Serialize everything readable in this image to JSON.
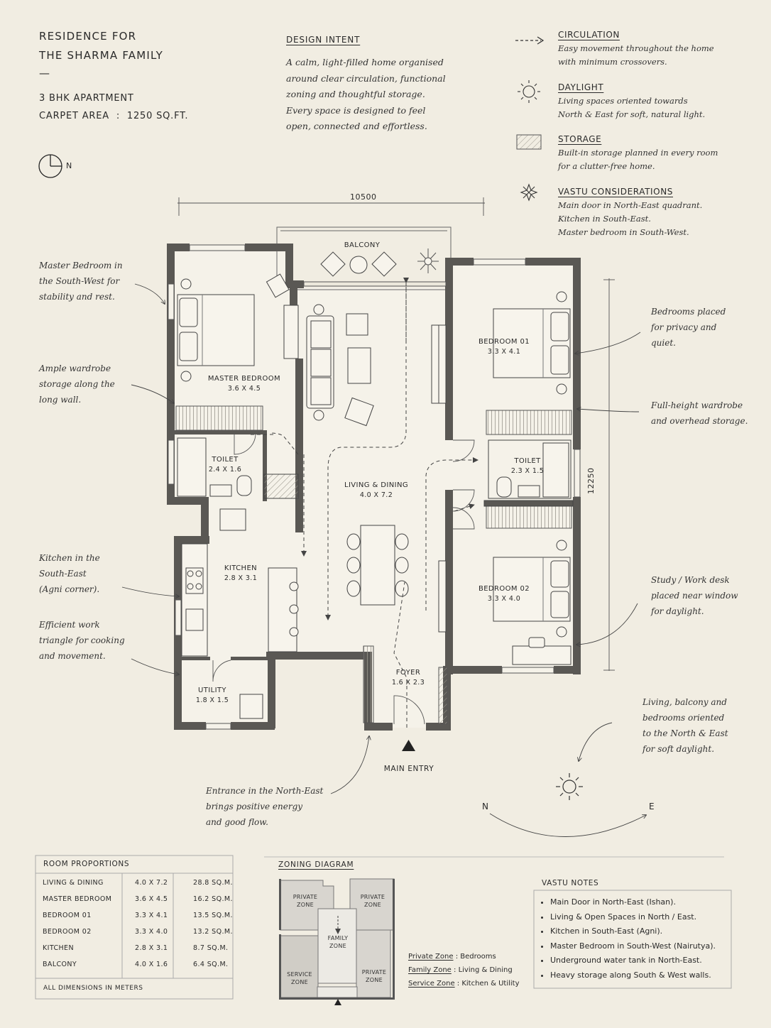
{
  "header": {
    "title_line1": "RESIDENCE FOR",
    "title_line2": "THE SHARMA FAMILY",
    "dash": "—",
    "type": "3 BHK APARTMENT",
    "area": "CARPET AREA  :  1250 SQ.FT.",
    "north": "N"
  },
  "intent": {
    "heading": "DESIGN INTENT",
    "lines": [
      "A calm, light-filled home organised",
      "around clear circulation, functional",
      "zoning and thoughtful storage.",
      "Every space is designed to feel",
      "open, connected and effortless."
    ]
  },
  "legend": [
    {
      "icon": "dashed-arrow-icon",
      "title": "CIRCULATION",
      "lines": [
        "Easy movement throughout the home",
        "with minimum crossovers."
      ]
    },
    {
      "icon": "sun-icon",
      "title": "DAYLIGHT",
      "lines": [
        "Living spaces oriented towards",
        "North & East for soft, natural light."
      ]
    },
    {
      "icon": "hatched-box-icon",
      "title": "STORAGE",
      "lines": [
        "Built-in storage planned in every room",
        "for a clutter-free home."
      ]
    },
    {
      "icon": "compass-star-icon",
      "title": "VASTU CONSIDERATIONS",
      "lines": [
        "Main door in North-East quadrant.",
        "Kitchen in South-East.",
        "Master bedroom in South-West."
      ]
    }
  ],
  "dimensions": {
    "width": "10500",
    "depth": "12250"
  },
  "rooms": {
    "balcony": {
      "name": "BALCONY",
      "dim": ""
    },
    "master": {
      "name": "MASTER BEDROOM",
      "dim": "3.6 X 4.5"
    },
    "toilet1": {
      "name": "TOILET",
      "dim": "2.4 X 1.6"
    },
    "living": {
      "name": "LIVING & DINING",
      "dim": "4.0 X 7.2"
    },
    "bed1": {
      "name": "BEDROOM 01",
      "dim": "3.3 X 4.1"
    },
    "toilet2": {
      "name": "TOILET",
      "dim": "2.3 X 1.5"
    },
    "kitchen": {
      "name": "KITCHEN",
      "dim": "2.8 X 3.1"
    },
    "bed2": {
      "name": "BEDROOM 02",
      "dim": "3.3 X 4.0"
    },
    "utility": {
      "name": "UTILITY",
      "dim": "1.8 X 1.5"
    },
    "foyer": {
      "name": "FOYER",
      "dim": "1.6 X 2.3"
    }
  },
  "entry_label": "MAIN ENTRY",
  "annotations": {
    "a1": [
      "Master Bedroom in",
      "the South-West for",
      "stability and rest."
    ],
    "a2": [
      "Ample wardrobe",
      "storage along the",
      "long wall."
    ],
    "a3": [
      "Kitchen in the",
      "South-East",
      "(Agni corner)."
    ],
    "a4": [
      "Efficient work",
      "triangle for cooking",
      "and movement."
    ],
    "a5": [
      "Bedrooms placed",
      "for privacy and",
      "quiet."
    ],
    "a6": [
      "Full-height wardrobe",
      "and overhead storage."
    ],
    "a7": [
      "Study / Work desk",
      "placed near window",
      "for daylight."
    ],
    "a8": [
      "Living, balcony and",
      "bedrooms oriented",
      "to the North & East",
      "for soft daylight."
    ],
    "a9": [
      "Entrance in the North-East",
      "brings positive energy",
      "and good flow."
    ]
  },
  "compass": {
    "n": "N",
    "e": "E"
  },
  "room_proportions": {
    "heading": "ROOM PROPORTIONS",
    "rows": [
      [
        "LIVING & DINING",
        "4.0  X  7.2",
        "28.8  SQ.M."
      ],
      [
        "MASTER BEDROOM",
        "3.6  X  4.5",
        "16.2  SQ.M."
      ],
      [
        "BEDROOM 01",
        "3.3  X  4.1",
        "13.5  SQ.M."
      ],
      [
        "BEDROOM 02",
        "3.3  X  4.0",
        "13.2  SQ.M."
      ],
      [
        "KITCHEN",
        "2.8  X  3.1",
        "8.7  SQ.M."
      ],
      [
        "BALCONY",
        "4.0  X  1.6",
        "6.4  SQ.M."
      ]
    ],
    "footer": "ALL DIMENSIONS IN METERS"
  },
  "zoning": {
    "heading": "ZONING DIAGRAM",
    "z_private_tl": [
      "PRIVATE",
      "ZONE"
    ],
    "z_private_tr": [
      "PRIVATE",
      "ZONE"
    ],
    "z_family": [
      "FAMILY",
      "ZONE"
    ],
    "z_service": [
      "SERVICE",
      "ZONE"
    ],
    "z_private_br": [
      "PRIVATE",
      "ZONE"
    ],
    "key": [
      {
        "label": "Private Zone",
        "sep": " : ",
        "value": "Bedrooms"
      },
      {
        "label": "Family Zone",
        "sep": " : ",
        "value": "Living & Dining"
      },
      {
        "label": "Service Zone",
        "sep": " : ",
        "value": "Kitchen & Utility"
      }
    ]
  },
  "vastu_notes": {
    "heading": "VASTU NOTES",
    "items": [
      "Main Door in North-East (Ishan).",
      "Living & Open Spaces in North / East.",
      "Kitchen in South-East (Agni).",
      "Master Bedroom in South-West (Nairutya).",
      "Underground water tank in North-East.",
      "Heavy storage along South & West walls."
    ]
  }
}
